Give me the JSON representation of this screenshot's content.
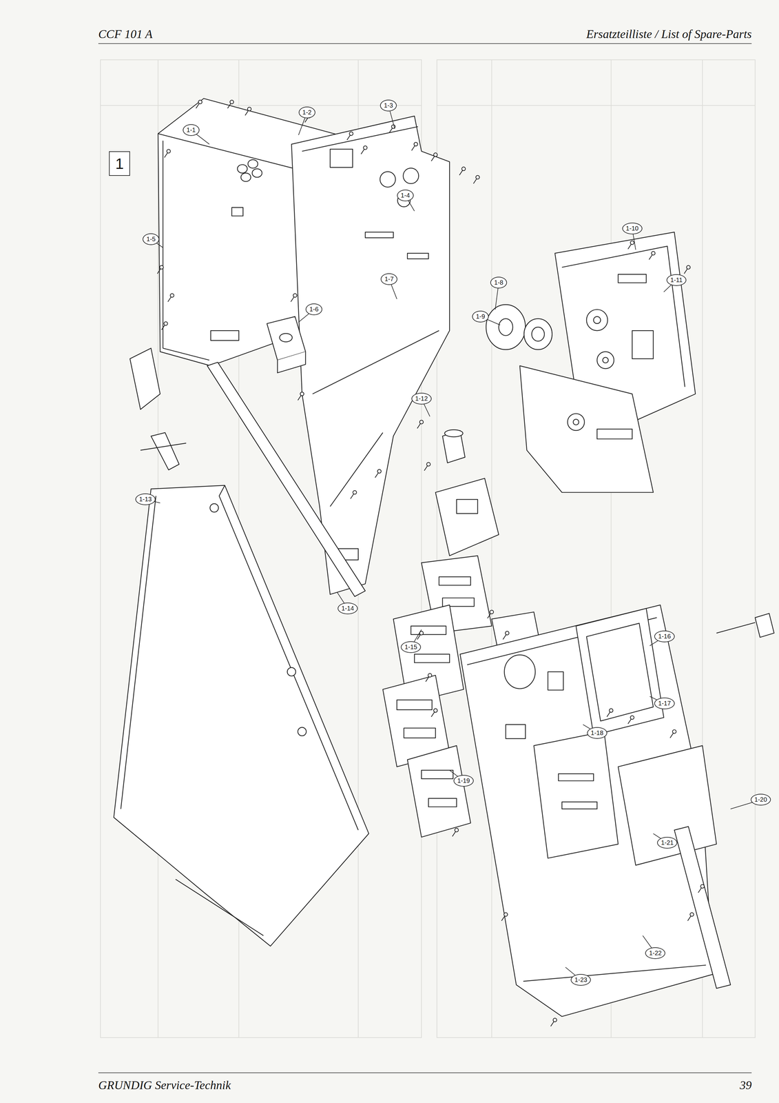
{
  "diagram": {
    "nodes": [
      {
        "text": [
          "1"
        ]
      },
      {
        "text": [
          "1-1"
        ]
      },
      {
        "text": [
          "1-2"
        ]
      },
      {
        "text": [
          "1-3"
        ]
      },
      {
        "text": [
          "1-4"
        ]
      },
      {
        "text": [
          "1-5"
        ]
      },
      {
        "text": [
          "1-6"
        ]
      },
      {
        "text": [
          "1-7"
        ]
      },
      {
        "text": [
          "1-8"
        ]
      },
      {
        "text": [
          "1-9"
        ]
      },
      {
        "text": [
          "1-10"
        ]
      },
      {
        "text": [
          "1-11"
        ]
      },
      {
        "text": [
          "1-12"
        ]
      },
      {
        "text": [
          "1-13"
        ]
      },
      {
        "text": [
          "1-14"
        ]
      },
      {
        "text": [
          "1-15"
        ]
      },
      {
        "text": [
          "1-16"
        ]
      },
      {
        "text": [
          "1-17"
        ]
      },
      {
        "text": [
          "1-18"
        ]
      },
      {
        "text": [
          "1-19"
        ]
      },
      {
        "text": [
          "1-20"
        ]
      },
      {
        "text": [
          "1-21"
        ]
      },
      {
        "text": [
          "1-22"
        ]
      },
      {
        "text": [
          "1-23"
        ]
      }
    ],
    "labels": [
      "CCF 101 A",
      "Ersatzteilliste / List of Spare-Parts",
      "GRUNDIG Service-Technik",
      "39"
    ]
  }
}
